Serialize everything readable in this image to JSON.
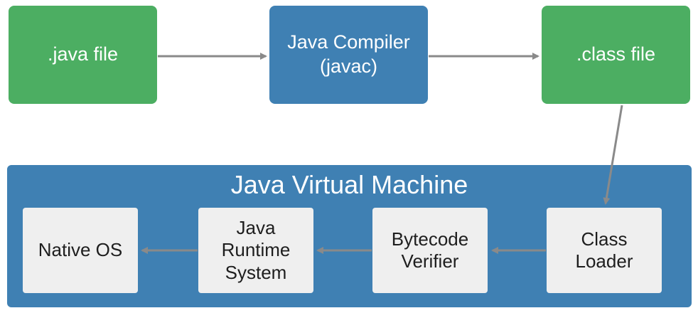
{
  "colors": {
    "green": "#4cae62",
    "blue": "#3f80b3",
    "inner_box": "#efefef",
    "arrow": "#8a8a8a"
  },
  "top_row": {
    "java_file": {
      "lines": [
        ".java file"
      ]
    },
    "compiler": {
      "lines": [
        "Java Compiler",
        "(javac)"
      ]
    },
    "class_file": {
      "lines": [
        ".class file"
      ]
    }
  },
  "jvm": {
    "title": "Java Virtual Machine",
    "native_os": {
      "lines": [
        "Native OS"
      ]
    },
    "runtime": {
      "lines": [
        "Java",
        "Runtime",
        "System"
      ]
    },
    "verifier": {
      "lines": [
        "Bytecode",
        "Verifier"
      ]
    },
    "class_loader": {
      "lines": [
        "Class",
        "Loader"
      ]
    }
  }
}
